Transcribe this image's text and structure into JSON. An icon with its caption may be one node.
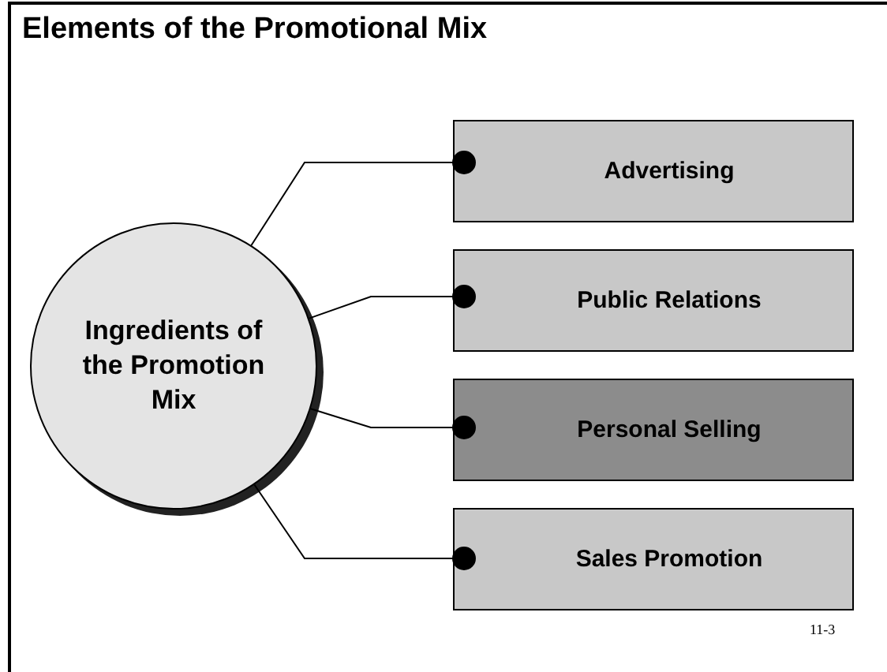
{
  "diagram": {
    "title": "Elements of the Promotional Mix",
    "nodes": [
      {
        "text": [
          "Ingredients of the Promotion Mix"
        ]
      },
      {
        "text": [
          "Advertising"
        ]
      },
      {
        "text": [
          "Public Relations"
        ]
      },
      {
        "text": [
          "Personal Selling"
        ]
      },
      {
        "text": [
          "Sales Promotion"
        ]
      }
    ],
    "edges": [
      {
        "from": 0,
        "to": 1,
        "arrow": "other"
      },
      {
        "from": 0,
        "to": 2,
        "arrow": "other"
      },
      {
        "from": 0,
        "to": 3,
        "arrow": "other"
      },
      {
        "from": 0,
        "to": 4,
        "arrow": "other"
      }
    ],
    "labels": [
      "11-3"
    ]
  }
}
